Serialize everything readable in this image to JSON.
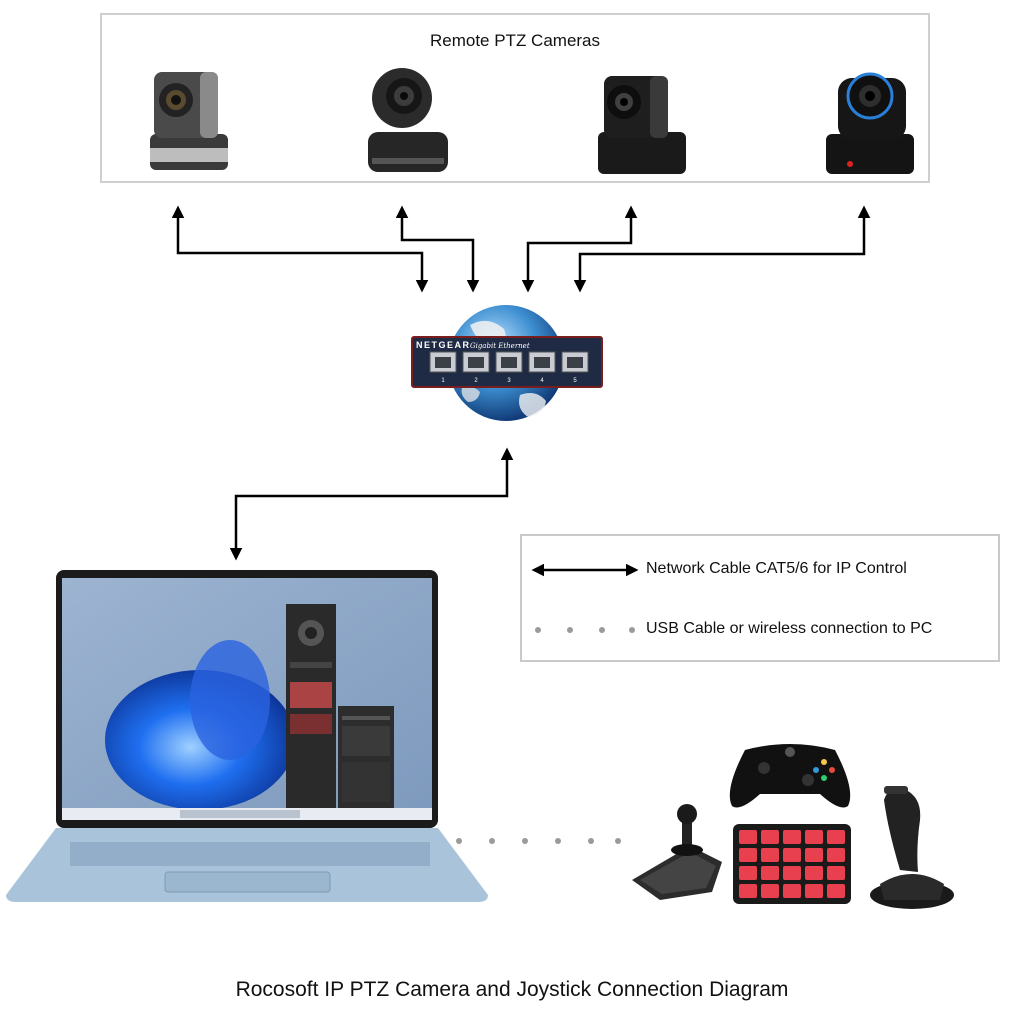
{
  "cameras": {
    "title": "Remote PTZ Cameras",
    "items": [
      {
        "name": "camera-1",
        "color": "#4a4a4a"
      },
      {
        "name": "camera-2",
        "color": "#2b2b2b"
      },
      {
        "name": "camera-3",
        "color": "#1e1e1e"
      },
      {
        "name": "camera-4",
        "color": "#161616",
        "accent": "#2a7fd6"
      }
    ]
  },
  "switch": {
    "brand": "NETGEAR",
    "model": "Gigabit Ethernet",
    "ports": [
      "1",
      "2",
      "3",
      "4",
      "5"
    ],
    "body_color": "#1f2a44",
    "globe_color": "#2f7fc4"
  },
  "legend": {
    "network_label": "Network Cable CAT5/6 for IP Control",
    "usb_label": "USB Cable or wireless connection to PC"
  },
  "controllers": [
    {
      "name": "xbox-gamepad"
    },
    {
      "name": "ptz-keyboard-joystick"
    },
    {
      "name": "stream-deck-keypad",
      "color": "#e8404f"
    },
    {
      "name": "flight-joystick"
    }
  ],
  "caption": "Rocosoft IP PTZ Camera and Joystick Connection Diagram"
}
